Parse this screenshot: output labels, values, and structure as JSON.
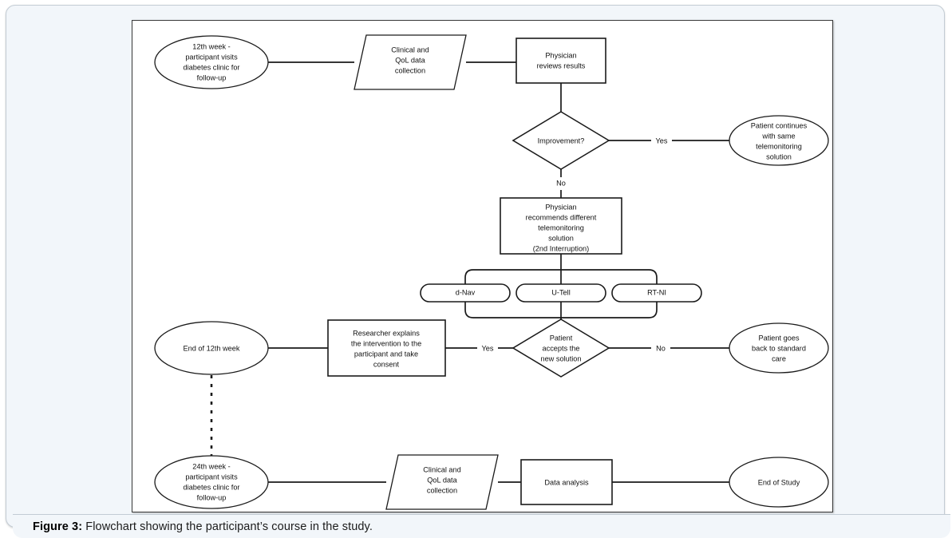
{
  "figure": {
    "label": "Figure 3:",
    "caption": " Flowchart showing the participant’s course in the study."
  },
  "colors": {
    "page_background": "#ffffff",
    "card_background": "#f2f6fa",
    "panel_background": "#ffffff",
    "stroke": "#1a1a1a",
    "panel_border": "#3a3a3a",
    "text": "#111111"
  },
  "chart_data": {
    "type": "diagram",
    "title": "Flowchart showing the participant’s course in the study.",
    "nodes": [
      {
        "id": "n1",
        "shape": "ellipse",
        "text": "12th week -\nparticipant visits\ndiabetes clinic for\nfollow-up"
      },
      {
        "id": "n2",
        "shape": "parallelogram",
        "text": "Clinical and\nQoL data\ncollection"
      },
      {
        "id": "n3",
        "shape": "rectangle",
        "text": "Physician\nreviews results"
      },
      {
        "id": "n4",
        "shape": "diamond",
        "text": "Improvement?"
      },
      {
        "id": "n5",
        "shape": "ellipse",
        "text": "Patient continues\nwith same\ntelemonitoring\nsolution"
      },
      {
        "id": "n6",
        "shape": "rectangle",
        "text": "Physician\nrecommends different\ntelemonitoring\nsolution\n(2nd Interruption)"
      },
      {
        "id": "n7",
        "shape": "rounded",
        "text": "d-Nav"
      },
      {
        "id": "n8",
        "shape": "rounded",
        "text": "U-Tell"
      },
      {
        "id": "n9",
        "shape": "rounded",
        "text": "RT-NI"
      },
      {
        "id": "n10",
        "shape": "diamond",
        "text": "Patient\naccepts the\nnew solution"
      },
      {
        "id": "n11",
        "shape": "rectangle",
        "text": "Researcher explains\nthe intervention to the\nparticipant and take\nconsent"
      },
      {
        "id": "n12",
        "shape": "ellipse",
        "text": "End of 12th week"
      },
      {
        "id": "n13",
        "shape": "ellipse",
        "text": "Patient goes\nback to standard\ncare"
      },
      {
        "id": "n14",
        "shape": "ellipse",
        "text": "24th week -\nparticipant visits\ndiabetes clinic for\nfollow-up"
      },
      {
        "id": "n15",
        "shape": "parallelogram",
        "text": "Clinical and\nQoL data\ncollection"
      },
      {
        "id": "n16",
        "shape": "rectangle",
        "text": "Data analysis"
      },
      {
        "id": "n17",
        "shape": "ellipse",
        "text": "End of Study"
      }
    ],
    "edges": [
      {
        "from": "n1",
        "to": "n2",
        "label": ""
      },
      {
        "from": "n2",
        "to": "n3",
        "label": ""
      },
      {
        "from": "n3",
        "to": "n4",
        "label": ""
      },
      {
        "from": "n4",
        "to": "n5",
        "label": "Yes"
      },
      {
        "from": "n4",
        "to": "n6",
        "label": "No"
      },
      {
        "from": "n6",
        "to": "n7",
        "label": ""
      },
      {
        "from": "n6",
        "to": "n8",
        "label": ""
      },
      {
        "from": "n6",
        "to": "n9",
        "label": ""
      },
      {
        "from": "n7",
        "to": "n10",
        "label": ""
      },
      {
        "from": "n8",
        "to": "n10",
        "label": ""
      },
      {
        "from": "n9",
        "to": "n10",
        "label": ""
      },
      {
        "from": "n10",
        "to": "n11",
        "label": "Yes"
      },
      {
        "from": "n10",
        "to": "n13",
        "label": "No"
      },
      {
        "from": "n11",
        "to": "n12",
        "label": ""
      },
      {
        "from": "n12",
        "to": "n14",
        "label": "",
        "style": "dashed"
      },
      {
        "from": "n14",
        "to": "n15",
        "label": ""
      },
      {
        "from": "n15",
        "to": "n16",
        "label": ""
      },
      {
        "from": "n16",
        "to": "n17",
        "label": ""
      }
    ],
    "edge_labels": {
      "improvement_yes": "Yes",
      "improvement_no": "No",
      "accepts_yes": "Yes",
      "accepts_no": "No"
    }
  },
  "nodes": {
    "n1": {
      "l1": "12th week -",
      "l2": "participant visits",
      "l3": "diabetes clinic for",
      "l4": "follow-up"
    },
    "n2": {
      "l1": "Clinical and",
      "l2": "QoL data",
      "l3": "collection"
    },
    "n3": {
      "l1": "Physician",
      "l2": "reviews results"
    },
    "n4": {
      "l1": "Improvement?"
    },
    "n5": {
      "l1": "Patient continues",
      "l2": "with same",
      "l3": "telemonitoring",
      "l4": "solution"
    },
    "n6": {
      "l1": "Physician",
      "l2": "recommends different",
      "l3": "telemonitoring",
      "l4": "solution",
      "l5": "(2nd Interruption)"
    },
    "n7": {
      "l1": "d-Nav"
    },
    "n8": {
      "l1": "U-Tell"
    },
    "n9": {
      "l1": "RT-NI"
    },
    "n10": {
      "l1": "Patient",
      "l2": "accepts the",
      "l3": "new solution"
    },
    "n11": {
      "l1": "Researcher explains",
      "l2": "the intervention to the",
      "l3": "participant and take",
      "l4": "consent"
    },
    "n12": {
      "l1": "End of 12th week"
    },
    "n13": {
      "l1": "Patient goes",
      "l2": "back to standard",
      "l3": "care"
    },
    "n14": {
      "l1": "24th week -",
      "l2": "participant visits",
      "l3": "diabetes clinic for",
      "l4": "follow-up"
    },
    "n15": {
      "l1": "Clinical and",
      "l2": "QoL data",
      "l3": "collection"
    },
    "n16": {
      "l1": "Data analysis"
    },
    "n17": {
      "l1": "End of Study"
    }
  }
}
